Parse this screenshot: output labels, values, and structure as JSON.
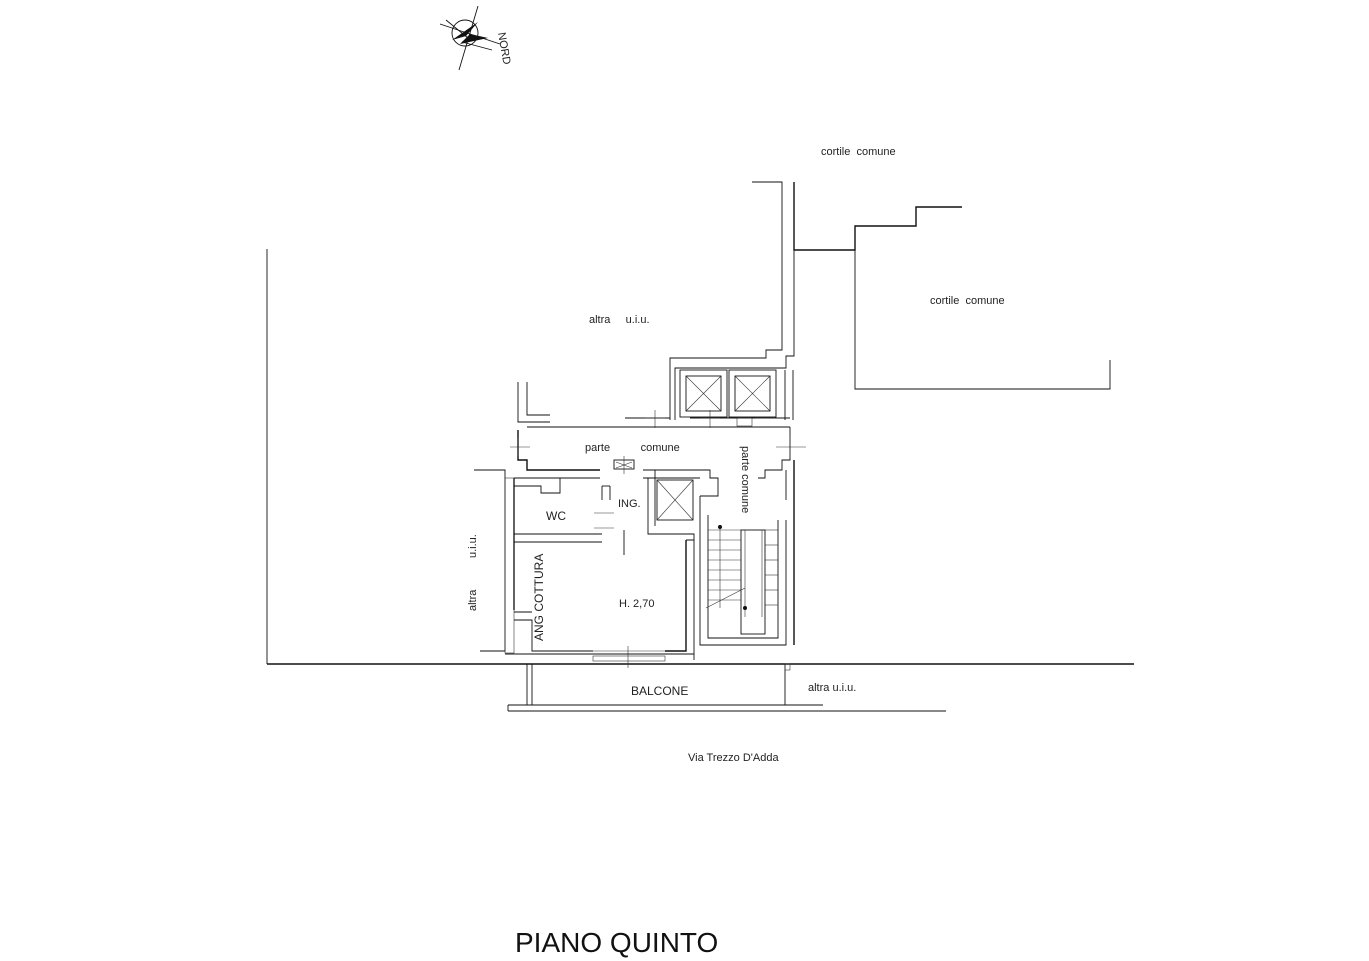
{
  "north_arrow": {
    "label": "NORD",
    "icon": "north-arrow-icon"
  },
  "labels": {
    "cortile_top": "cortile  comune",
    "cortile_right": "cortile  comune",
    "altra_top": "altra     u.i.u.",
    "parte_comune_h": "parte          comune",
    "parte_comune_v": "parte comune",
    "wc": "WC",
    "ing": "ING.",
    "ang_cottura": "ANG COTTURA",
    "height": "H. 2,70",
    "altra_left_a": "altra",
    "altra_left_b": "u.i.u.",
    "balcone": "BALCONE",
    "altra_right": "altra u.i.u.",
    "street": "Via Trezzo D'Adda"
  },
  "title": "PIANO QUINTO"
}
